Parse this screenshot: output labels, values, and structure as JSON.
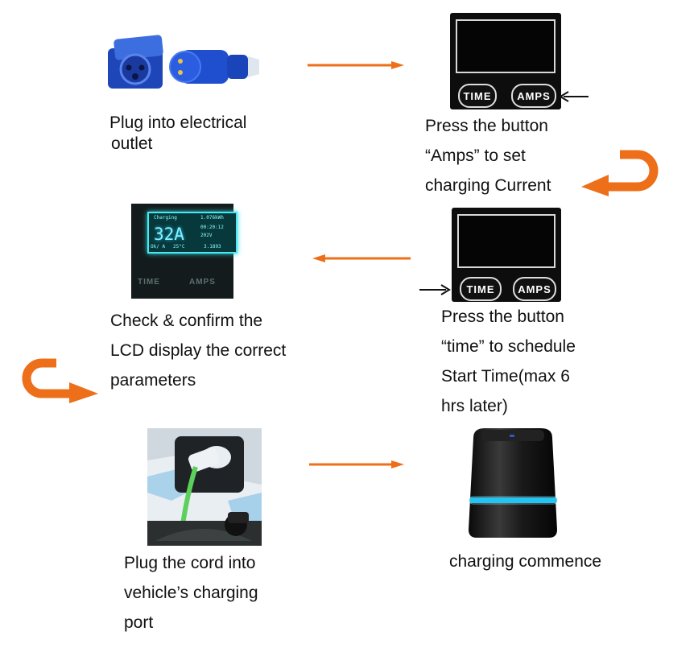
{
  "steps": {
    "step1": {
      "lines": [
        "Plug into electrical",
        "outlet"
      ]
    },
    "step2": {
      "lines": [
        "Press the button",
        "“Amps” to set",
        "charging Current"
      ]
    },
    "step3": {
      "lines": [
        "Check & confirm the",
        "LCD display the correct",
        "parameters"
      ]
    },
    "step4": {
      "lines": [
        "Press the button",
        "“time” to schedule",
        "Start Time(max 6",
        "hrs later)"
      ]
    },
    "step5": {
      "lines": [
        "Plug the cord into",
        "vehicle’s charging",
        "port"
      ]
    },
    "step6": {
      "lines": [
        "charging commence"
      ]
    }
  },
  "panel": {
    "time_label": "TIME",
    "amps_label": "AMPS"
  },
  "lcd": {
    "mode": "Charging",
    "current": "32A",
    "energy": "1.076kWh",
    "duration": "00:20:12",
    "voltage": "202V",
    "temperature": "25°C",
    "temp_prefix": "Ok/ A",
    "cost": "3.1893"
  },
  "colors": {
    "arrow": "#ee6f1a",
    "pointer": "#111111",
    "charger_ring": "#25c4f0"
  },
  "icons": {
    "outlet": "industrial-plug-icon",
    "charger": "ev-charger-icon",
    "car_port": "car-charging-port-icon"
  }
}
